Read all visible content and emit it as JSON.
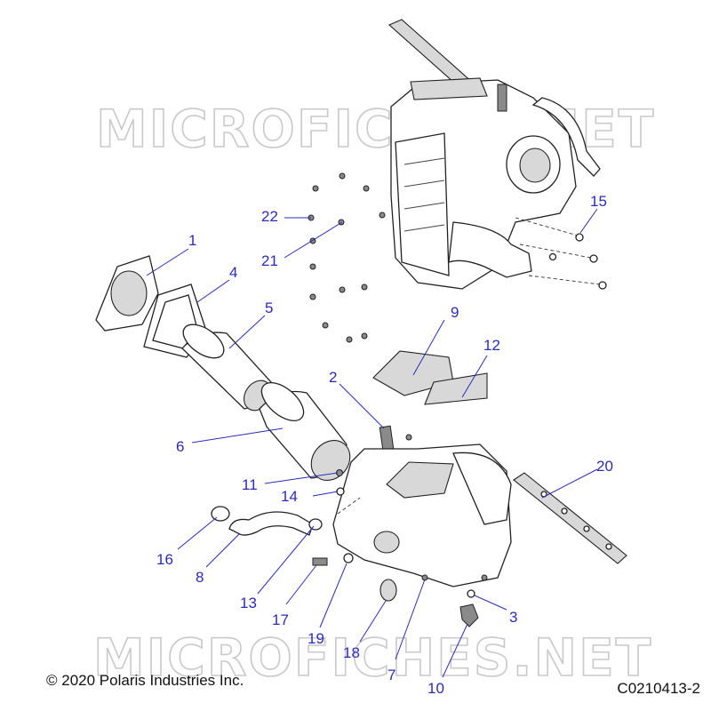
{
  "watermark": "MICROFICHES.NET",
  "copyright": "© 2020 Polaris Industries Inc.",
  "figure_code": "C0210413-2",
  "callouts": [
    {
      "id": "c1",
      "label": "1"
    },
    {
      "id": "c2",
      "label": "2"
    },
    {
      "id": "c3",
      "label": "3"
    },
    {
      "id": "c4",
      "label": "4"
    },
    {
      "id": "c5",
      "label": "5"
    },
    {
      "id": "c6",
      "label": "6"
    },
    {
      "id": "c7",
      "label": "7"
    },
    {
      "id": "c8",
      "label": "8"
    },
    {
      "id": "c9",
      "label": "9"
    },
    {
      "id": "c10",
      "label": "10"
    },
    {
      "id": "c11",
      "label": "11"
    },
    {
      "id": "c12",
      "label": "12"
    },
    {
      "id": "c13",
      "label": "13"
    },
    {
      "id": "c14",
      "label": "14"
    },
    {
      "id": "c15",
      "label": "15"
    },
    {
      "id": "c16",
      "label": "16"
    },
    {
      "id": "c17",
      "label": "17"
    },
    {
      "id": "c18",
      "label": "18"
    },
    {
      "id": "c19",
      "label": "19"
    },
    {
      "id": "c20",
      "label": "20"
    },
    {
      "id": "c21",
      "label": "21"
    },
    {
      "id": "c22",
      "label": "22"
    }
  ]
}
